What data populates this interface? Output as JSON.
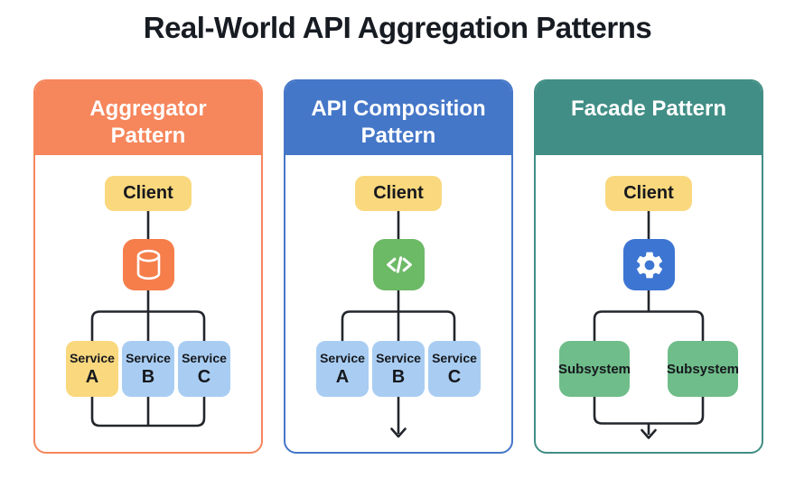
{
  "title": "Real-World API Aggregation Patterns",
  "line_color": "#22262C",
  "panels": [
    {
      "title": "Aggregator Pattern",
      "client_label": "Client",
      "icon": "database-icon",
      "colors": {
        "header": "#F6865C",
        "border": "#F6865C",
        "icon_bg": "#F57E4B"
      },
      "nodes": [
        {
          "line1": "Service",
          "line2": "A",
          "bg": "#F9D87E"
        },
        {
          "line1": "Service",
          "line2": "B",
          "bg": "#A9CDF2"
        },
        {
          "line1": "Service",
          "line2": "C",
          "bg": "#A9CDF2"
        }
      ],
      "bottom_flow": "merge"
    },
    {
      "title": "API Composition Pattern",
      "client_label": "Client",
      "icon": "code-icon",
      "colors": {
        "header": "#4577C8",
        "border": "#4577C8",
        "icon_bg": "#6CB966"
      },
      "nodes": [
        {
          "line1": "Service",
          "line2": "A",
          "bg": "#A9CDF2"
        },
        {
          "line1": "Service",
          "line2": "B",
          "bg": "#A9CDF2"
        },
        {
          "line1": "Service",
          "line2": "C",
          "bg": "#A9CDF2"
        }
      ],
      "bottom_flow": "arrow-from-middle"
    },
    {
      "title": "Facade Pattern",
      "client_label": "Client",
      "icon": "gear-icon",
      "colors": {
        "header": "#418E86",
        "border": "#418E86",
        "icon_bg": "#3D75D3"
      },
      "nodes": [
        {
          "label": "Subsystem",
          "bg": "#6FBD8A"
        },
        {
          "label": "Subsystem",
          "bg": "#6FBD8A"
        }
      ],
      "bottom_flow": "merge-arrow"
    }
  ]
}
